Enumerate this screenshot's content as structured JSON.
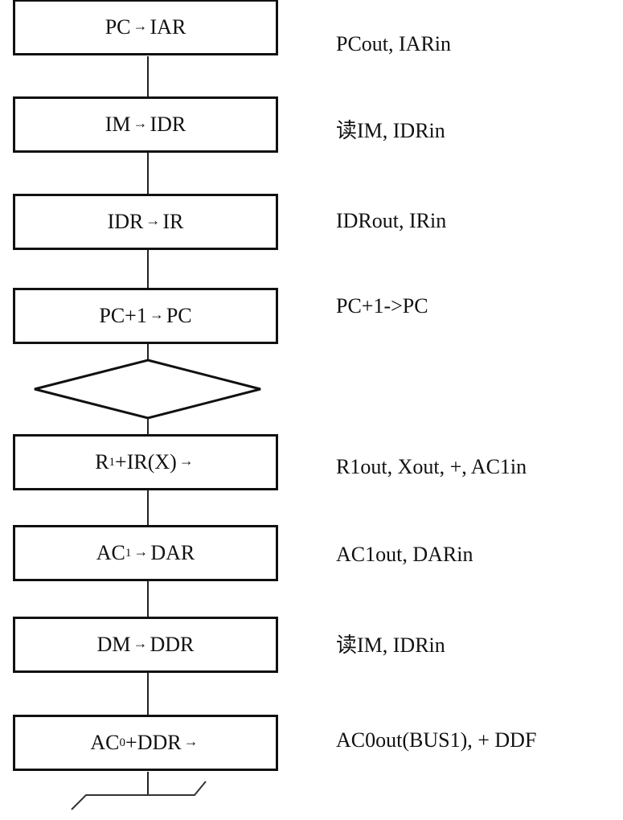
{
  "diagram": {
    "title": "",
    "steps": [
      {
        "id": "s1",
        "pre": "PC",
        "sub": "",
        "arrow": "→",
        "post": "IAR",
        "after": "",
        "note": "PCout, IARin"
      },
      {
        "id": "s2",
        "pre": "IM",
        "sub": "",
        "arrow": "→",
        "post": "IDR",
        "after": "",
        "note": "读IM, IDRin"
      },
      {
        "id": "s3",
        "pre": "IDR",
        "sub": "",
        "arrow": "→",
        "post": "IR",
        "after": "",
        "note": "IDRout, IRin"
      },
      {
        "id": "s4",
        "pre": "PC+1",
        "sub": "",
        "arrow": "→",
        "post": "PC",
        "after": "",
        "note": "PC+1->PC"
      },
      {
        "id": "s5",
        "pre": "R",
        "sub": "1",
        "arrow": "",
        "post": "+IR(X)",
        "after": "→",
        "note": "R1out, Xout, +, AC1in"
      },
      {
        "id": "s6",
        "pre": "AC",
        "sub": "1",
        "arrow": "→",
        "post": "DAR",
        "after": "",
        "note": "AC1out, DARin"
      },
      {
        "id": "s7",
        "pre": "DM",
        "sub": "",
        "arrow": "→",
        "post": "DDR",
        "after": "",
        "note": "读IM, IDRin"
      },
      {
        "id": "s8",
        "pre": "AC",
        "sub": "0",
        "arrow": "",
        "post": "+DDR",
        "after": "→",
        "note": "AC0out(BUS1), + DDF"
      }
    ],
    "decision": {
      "label": ""
    },
    "colors": {
      "stroke": "#111111",
      "background": "#ffffff"
    }
  }
}
